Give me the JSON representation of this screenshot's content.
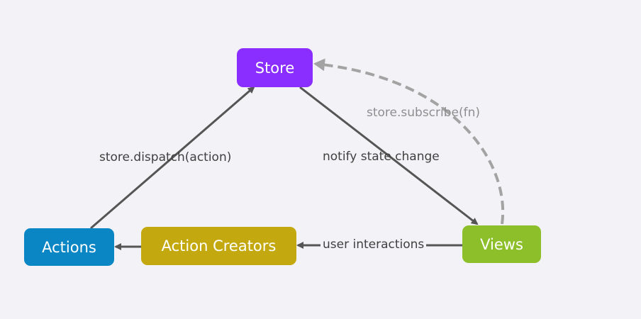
{
  "diagram": {
    "nodes": {
      "store": {
        "label": "Store",
        "color": "#8a2eff"
      },
      "views": {
        "label": "Views",
        "color": "#8dbf2a"
      },
      "action_creators": {
        "label": "Action Creators",
        "color": "#c3a90f"
      },
      "actions": {
        "label": "Actions",
        "color": "#0a86c4"
      }
    },
    "edges": {
      "dispatch": {
        "label": "store.dispatch(action)",
        "from": "Actions",
        "to": "Store"
      },
      "notify": {
        "label": "notify state change",
        "from": "Store",
        "to": "Views"
      },
      "subscribe": {
        "label": "store.subscribe(fn)",
        "from": "Views",
        "to": "Store",
        "style": "dashed"
      },
      "user_interactions": {
        "label": "user interactions",
        "from": "Views",
        "to": "Action Creators"
      },
      "creators_to_actions": {
        "label": "",
        "from": "Action Creators",
        "to": "Actions"
      }
    },
    "colors": {
      "background": "#f3f3f7",
      "arrow": "#555555",
      "dashed_arrow": "#a3a3a3"
    }
  }
}
